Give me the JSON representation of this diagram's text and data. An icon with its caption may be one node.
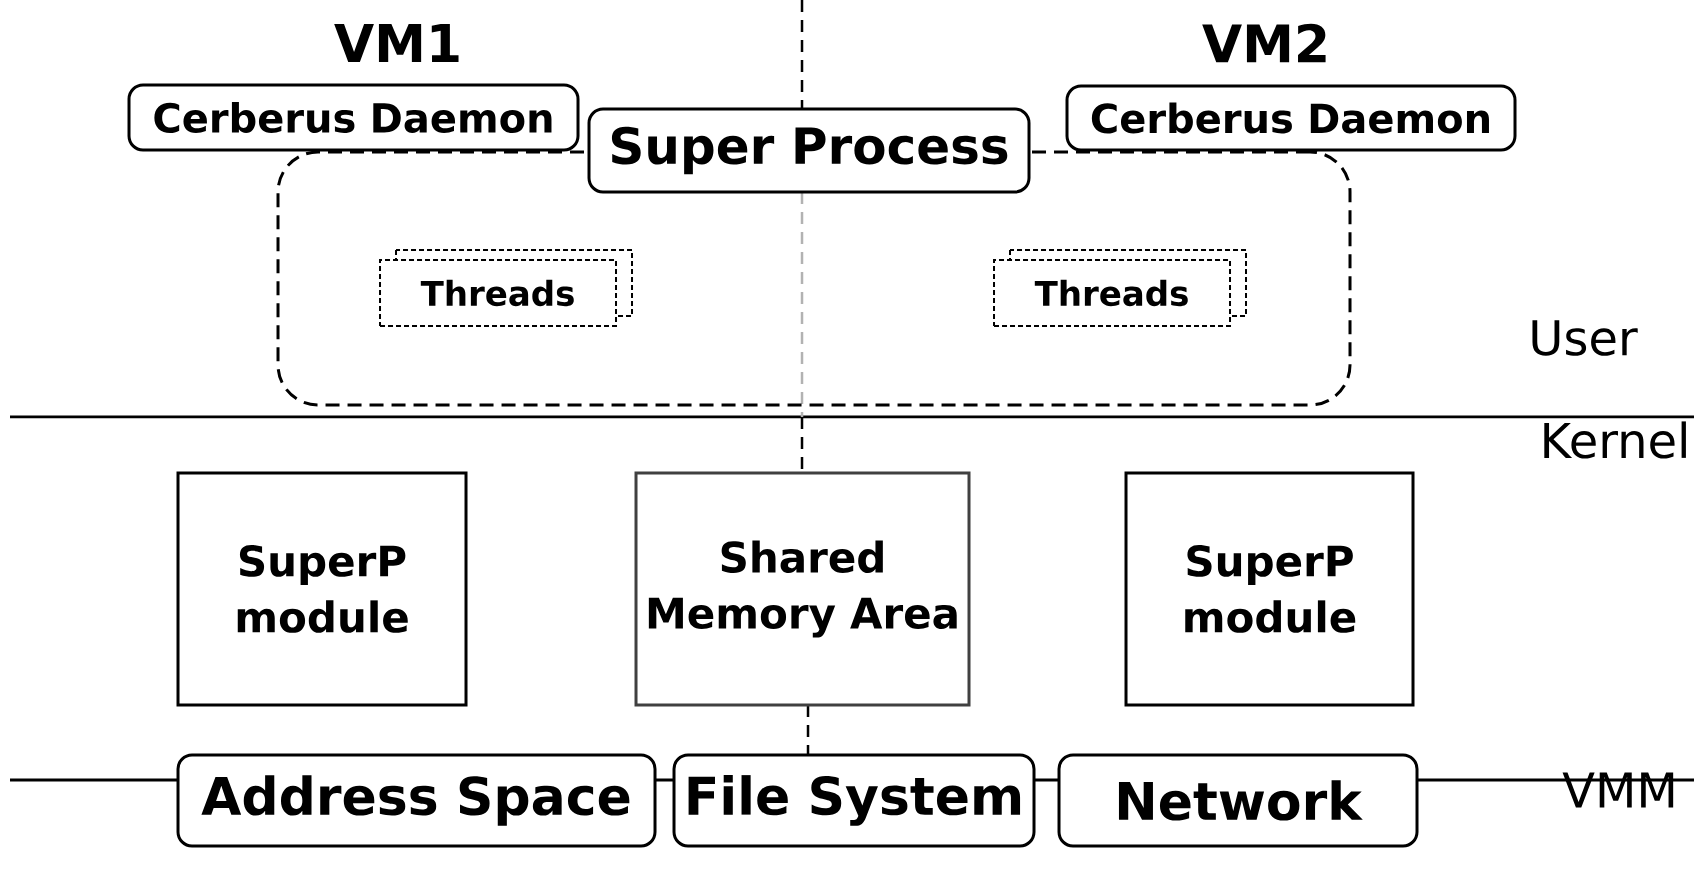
{
  "diagram": {
    "nodes": [
      {
        "text": [
          "Cerberus Daemon"
        ]
      },
      {
        "text": [
          "Super Process"
        ]
      },
      {
        "text": [
          "Cerberus Daemon"
        ]
      },
      {
        "text": [],
        "shape": "box"
      },
      {
        "text": [
          "Threads"
        ],
        "in": 3
      },
      {
        "text": [
          "Threads"
        ],
        "in": 3
      },
      {
        "text": [
          "SuperP module"
        ]
      },
      {
        "text": [
          "Shared Memory Area"
        ]
      },
      {
        "text": [
          "SuperP module"
        ]
      },
      {
        "text": [
          "Address Space"
        ]
      },
      {
        "text": [
          "File System"
        ]
      },
      {
        "text": [
          "Network"
        ]
      }
    ],
    "labels": [
      "VM1",
      "VM2",
      "User",
      "Kernel",
      "VMM"
    ]
  }
}
